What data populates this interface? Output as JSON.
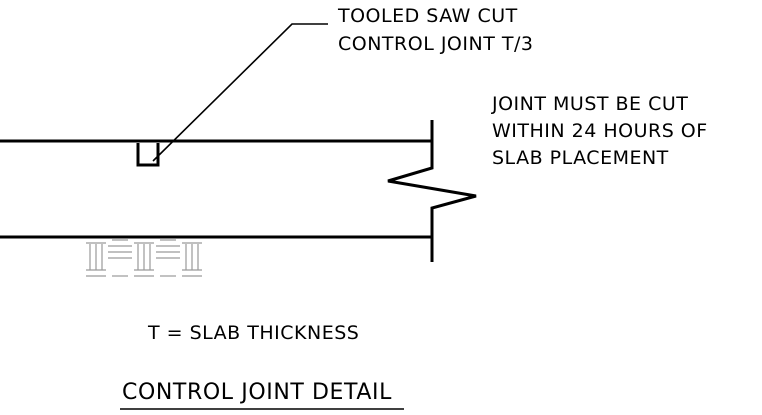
{
  "drawing": {
    "callout": {
      "line1": "TOOLED SAW CUT",
      "line2": "CONTROL JOINT T/3"
    },
    "note": {
      "line1": "JOINT MUST BE CUT",
      "line2": "WITHIN 24 HOURS OF",
      "line3": "SLAB PLACEMENT"
    },
    "legend": "T = SLAB THICKNESS",
    "title": "CONTROL JOINT DETAIL"
  },
  "colors": {
    "ink": "#000000",
    "ghost": "#9a9a9a",
    "background": "#ffffff"
  }
}
